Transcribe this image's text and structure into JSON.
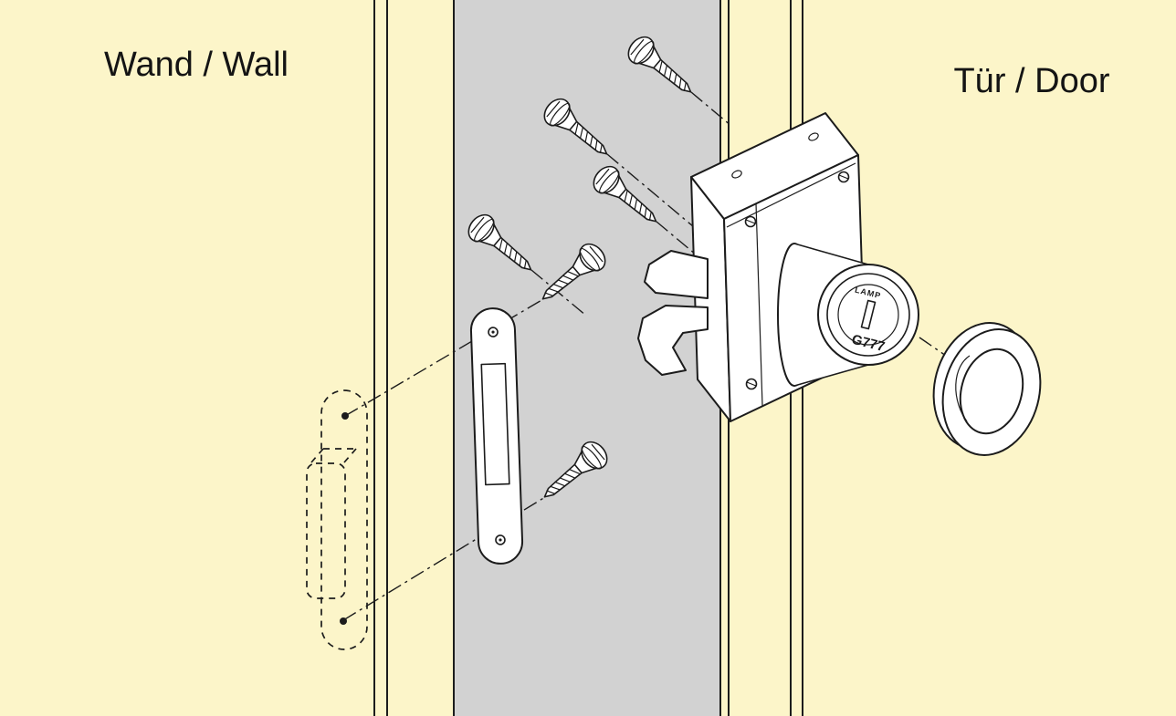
{
  "diagram": {
    "labels": {
      "wall": "Wand / Wall",
      "door": "Tür / Door"
    },
    "lock": {
      "brand": "LAMP",
      "model": "G777"
    },
    "colors": {
      "background": "#FCF5C9",
      "wall_section": "#D2D2D2",
      "line": "#1C1C1C",
      "part_fill": "#FFFFFF"
    }
  }
}
